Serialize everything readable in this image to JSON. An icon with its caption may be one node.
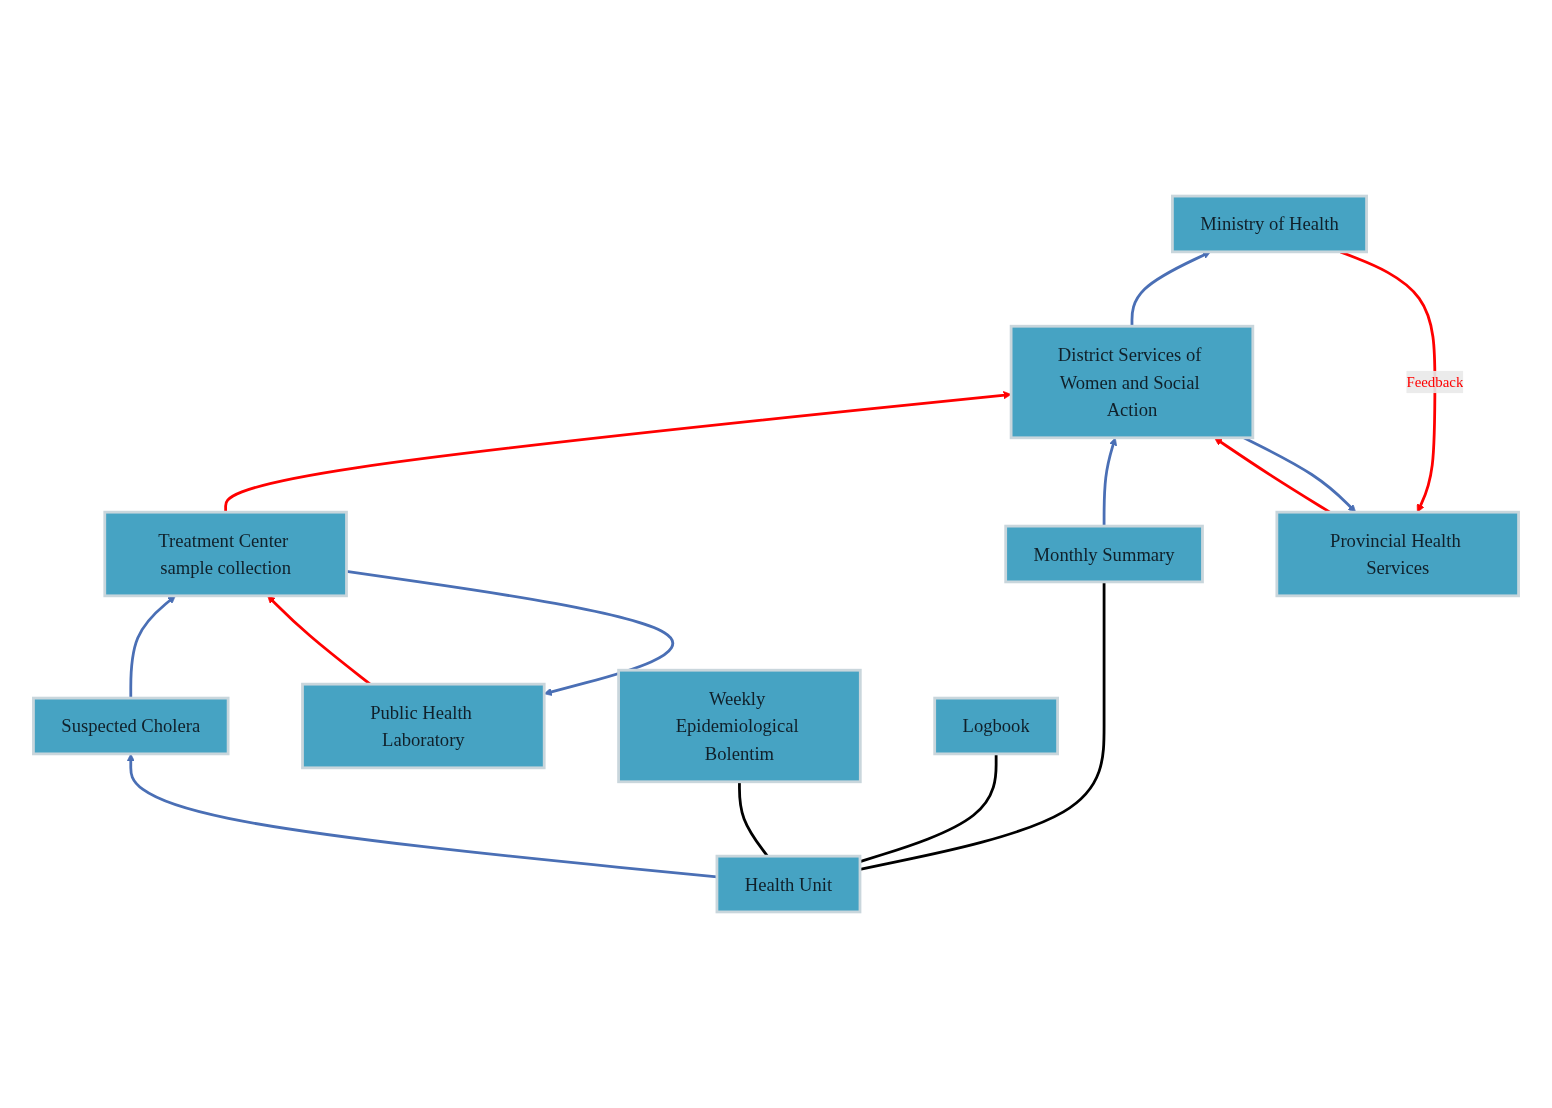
{
  "diagram": {
    "nodes": [
      {
        "text": [
          "Provincial Health Services"
        ]
      },
      {
        "text": [
          "Ministry of Health"
        ]
      },
      {
        "text": [
          "Public Health Laboratory"
        ]
      },
      {
        "text": [
          "District Services of Women and Social Action"
        ]
      },
      {
        "text": [
          "Treatment Center sample collection"
        ]
      },
      {
        "text": [
          "Suspected Cholera"
        ]
      },
      {
        "text": [
          "Monthly Summary"
        ]
      },
      {
        "text": [
          "Weekly Epidemiological Bolentim"
        ]
      },
      {
        "text": [
          "Logbook"
        ]
      },
      {
        "text": [
          "Health Unit"
        ]
      }
    ],
    "edges": [
      {
        "from": 9,
        "to": 5,
        "arrow": "to"
      },
      {
        "from": 5,
        "to": 4,
        "arrow": "to"
      },
      {
        "from": 2,
        "to": 4,
        "arrow": "to",
        "color": "#ff0000"
      },
      {
        "from": 4,
        "to": 2,
        "arrow": "to"
      },
      {
        "from": 4,
        "to": 3,
        "arrow": "to",
        "color": "#ff0000"
      },
      {
        "from": 6,
        "to": 3,
        "arrow": "to"
      },
      {
        "from": 3,
        "to": 0,
        "arrow": "to"
      },
      {
        "from": 3,
        "to": 1,
        "arrow": "to"
      },
      {
        "from": 1,
        "to": 0,
        "arrow": "to",
        "label": "Feedback",
        "color": "#ff0000"
      },
      {
        "from": 0,
        "to": 3,
        "arrow": "to",
        "color": "#ff0000"
      },
      {
        "from": 9,
        "to": 6,
        "arrow": "none",
        "color": "#000000"
      },
      {
        "from": 9,
        "to": 7,
        "arrow": "none",
        "color": "#000000"
      },
      {
        "from": 9,
        "to": 8,
        "arrow": "none",
        "color": "#000000"
      }
    ]
  }
}
